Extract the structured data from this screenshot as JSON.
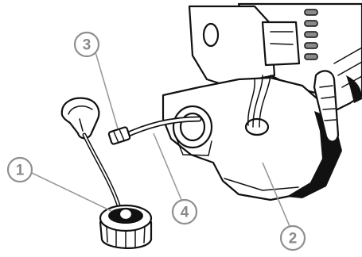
{
  "callouts": [
    {
      "id": "1",
      "label": "1"
    },
    {
      "id": "2",
      "label": "2"
    },
    {
      "id": "3",
      "label": "3"
    },
    {
      "id": "4",
      "label": "4"
    }
  ],
  "colors": {
    "line": "#111111",
    "callout": "#8a8a8a",
    "background": "#ffffff"
  }
}
